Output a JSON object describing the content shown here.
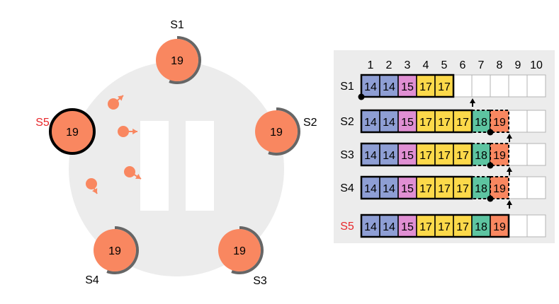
{
  "servers": [
    {
      "id": "S1",
      "label": "S1",
      "term": "19",
      "is_leader": false
    },
    {
      "id": "S2",
      "label": "S2",
      "term": "19",
      "is_leader": false
    },
    {
      "id": "S3",
      "label": "S3",
      "term": "19",
      "is_leader": false
    },
    {
      "id": "S4",
      "label": "S4",
      "term": "19",
      "is_leader": false
    },
    {
      "id": "S5",
      "label": "S5",
      "term": "19",
      "is_leader": true
    }
  ],
  "log_table": {
    "indexes": [
      "1",
      "2",
      "3",
      "4",
      "5",
      "6",
      "7",
      "8",
      "9",
      "10"
    ],
    "rows": [
      {
        "label": "S1",
        "is_leader": false,
        "entries": [
          "14",
          "14",
          "15",
          "17",
          "17"
        ],
        "pending": 0,
        "next_index_marker": 7,
        "match_index_marker": 1
      },
      {
        "label": "S2",
        "is_leader": false,
        "entries": [
          "14",
          "14",
          "15",
          "17",
          "17",
          "17",
          "18",
          "19"
        ],
        "pending": 2,
        "next_index_marker": 9,
        "match_index_marker": 8
      },
      {
        "label": "S3",
        "is_leader": false,
        "entries": [
          "14",
          "14",
          "15",
          "17",
          "17",
          "17",
          "18",
          "19"
        ],
        "pending": 2,
        "next_index_marker": 9,
        "match_index_marker": 8
      },
      {
        "label": "S4",
        "is_leader": false,
        "entries": [
          "14",
          "14",
          "15",
          "17",
          "17",
          "17",
          "18",
          "19"
        ],
        "pending": 2,
        "next_index_marker": 9,
        "match_index_marker": 8
      },
      {
        "label": "S5",
        "is_leader": true,
        "entries": [
          "14",
          "14",
          "15",
          "17",
          "17",
          "17",
          "18",
          "19"
        ],
        "pending": 0,
        "next_index_marker": null,
        "match_index_marker": null
      }
    ]
  },
  "term_colors": {
    "14": "#8e9ed4",
    "15": "#e08fd3",
    "17": "#fcd94a",
    "18": "#5dc4a1",
    "19": "#f98760"
  },
  "colors": {
    "server_fill": "#f98760",
    "leader_label": "#e8262a",
    "ring_background": "#ececec",
    "panel_background": "#ececec"
  },
  "state": {
    "paused": true
  }
}
